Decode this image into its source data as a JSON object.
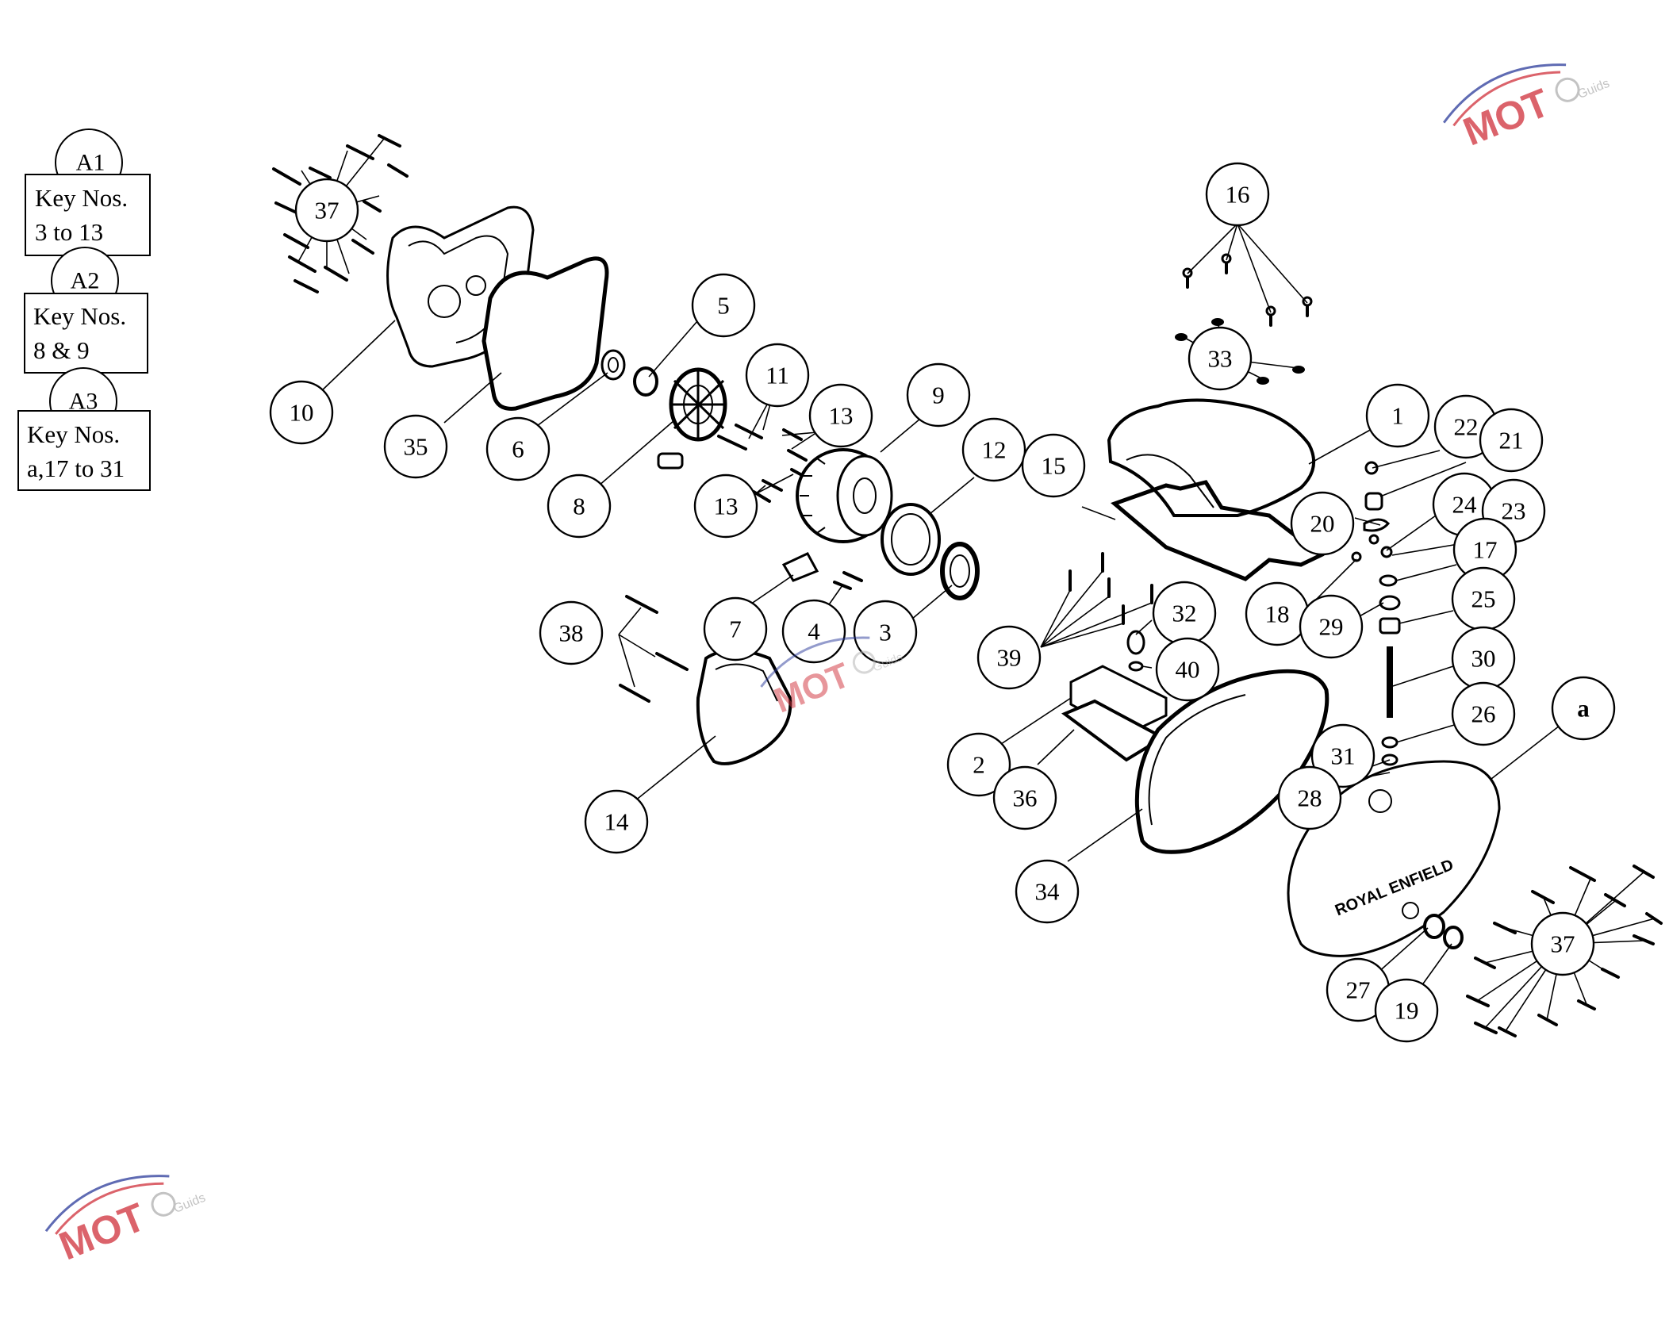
{
  "legend": [
    {
      "tag": "A1",
      "line1": "Key Nos.",
      "line2": "3 to 13"
    },
    {
      "tag": "A2",
      "line1": "Key Nos.",
      "line2": "8 & 9"
    },
    {
      "tag": "A3",
      "line1": "Key Nos.",
      "line2": "a,17 to 31"
    }
  ],
  "callouts": {
    "c37a": "37",
    "c10": "10",
    "c35": "35",
    "c6": "6",
    "c5": "5",
    "c8": "8",
    "c11": "11",
    "c13a": "13",
    "c13b": "13",
    "c9": "9",
    "c12": "12",
    "c15": "15",
    "c16": "16",
    "c33": "33",
    "c1": "1",
    "c22": "22",
    "c21": "21",
    "c20": "20",
    "c24": "24",
    "c23": "23",
    "c17": "17",
    "c18": "18",
    "c29": "29",
    "c25": "25",
    "c30": "30",
    "c26": "26",
    "c31": "31",
    "c28": "28",
    "ca": "a",
    "c38": "38",
    "c7": "7",
    "c4": "4",
    "c3": "3",
    "c14": "14",
    "c39": "39",
    "c32": "32",
    "c40": "40",
    "c2": "2",
    "c36": "36",
    "c34": "34",
    "c27": "27",
    "c19": "19",
    "c37b": "37"
  },
  "watermark": {
    "brand": "MOT",
    "sub": "Guids",
    "color": "#d0303a",
    "accent": "#2a3a9a"
  },
  "logo_text": "ROYAL ENFIELD"
}
